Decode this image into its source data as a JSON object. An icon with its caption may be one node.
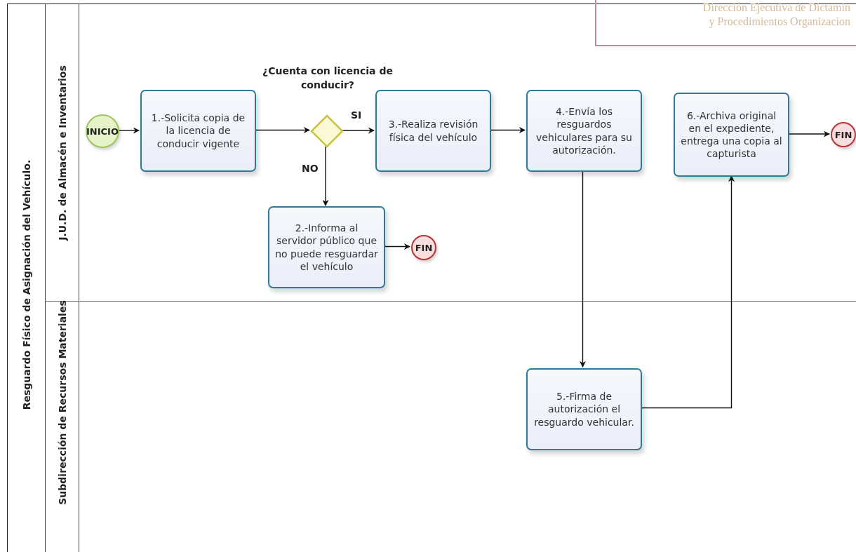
{
  "diagram": {
    "nodes": [
      {
        "text": [
          "Resguardo Físico de Asignación del Vehículo."
        ]
      },
      {
        "text": [
          "J.U.D. de Almacén e Inventarios"
        ],
        "in": 0
      },
      {
        "text": [
          "Subdirección de Recursos Materiales"
        ],
        "in": 0
      },
      {
        "text": [
          "INICIO"
        ],
        "in": 1
      },
      {
        "text": [
          "1.-Solicita copia de la licencia de conducir vigente"
        ],
        "in": 1
      },
      {
        "text": [
          "¿Cuenta con licencia de conducir?"
        ],
        "in": 1
      },
      {
        "text": [
          "3.-Realiza revisión física del vehículo"
        ],
        "in": 1
      },
      {
        "text": [
          "4.-Envía los resguardos vehiculares para su autorización."
        ],
        "in": 1
      },
      {
        "text": [
          "6.-Archiva original en el expediente, entrega una copia al capturista"
        ],
        "in": 1
      },
      {
        "text": [
          "FIN"
        ],
        "in": 1
      },
      {
        "text": [
          "2.-Informa al servidor público que no puede resguardar el vehículo"
        ],
        "in": 1
      },
      {
        "text": [
          "FIN"
        ],
        "in": 1
      },
      {
        "text": [
          "5.-Firma de autorización el resguardo vehicular."
        ],
        "in": 2
      }
    ],
    "edges": [
      {
        "from": 3,
        "to": 4,
        "arrow": "to"
      },
      {
        "from": 4,
        "to": 5,
        "arrow": "to"
      },
      {
        "from": 5,
        "to": 6,
        "arrow": "to",
        "label": "SI"
      },
      {
        "from": 5,
        "to": 10,
        "arrow": "to",
        "label": "NO"
      },
      {
        "from": 10,
        "to": 11,
        "arrow": "to"
      },
      {
        "from": 6,
        "to": 7,
        "arrow": "to"
      },
      {
        "from": 7,
        "to": 12,
        "arrow": "to"
      },
      {
        "from": 12,
        "to": 8,
        "arrow": "to"
      },
      {
        "from": 8,
        "to": 9,
        "arrow": "to"
      }
    ],
    "labels": [
      "Dirección Ejecutiva de Dictamin",
      "y Procedimientos Organizacion"
    ]
  }
}
